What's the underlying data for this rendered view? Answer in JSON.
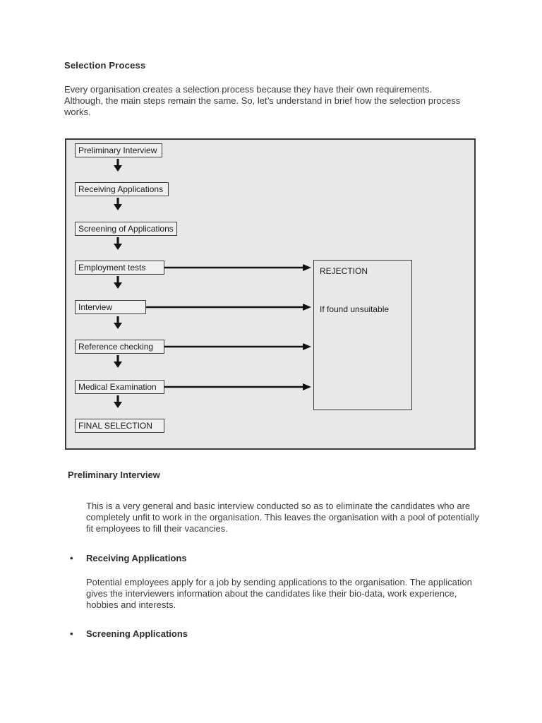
{
  "doc": {
    "title": "Selection Process",
    "intro": "Every organisation creates a selection process because they have their own requirements. Although, the main steps remain the same. So, let’s understand in brief how the selection process works.",
    "diagram": {
      "steps": [
        {
          "label": "Preliminary Interview"
        },
        {
          "label": "Receiving Applications"
        },
        {
          "label": "Screening of Applications"
        },
        {
          "label": "Employment tests"
        },
        {
          "label": "Interview"
        },
        {
          "label": "Reference checking"
        },
        {
          "label": "Medical Examination"
        },
        {
          "label": "FINAL SELECTION"
        }
      ],
      "rejection": {
        "title": "REJECTION",
        "note": "If found unsuitable"
      },
      "connectors": {
        "down_arrow_icon": "down-arrow",
        "right_arrow_icon": "right-arrow",
        "rejection_feeds_from": [
          "Employment tests",
          "Interview",
          "Reference checking",
          "Medical Examination"
        ]
      },
      "colors": {
        "canvas_bg": "#e8e8e8",
        "box_bg": "#efefef",
        "border": "#3d3d3d",
        "arrow": "#111111"
      }
    },
    "sections": [
      {
        "heading": "Preliminary Interview",
        "bullet_glyph": "",
        "body": "This is a very general and basic interview conducted so as to eliminate the candidates who are completely unfit to work in the organisation. This leaves the organisation with a pool of potentially fit employees to fill their vacancies."
      },
      {
        "heading": "Receiving Applications",
        "bullet_glyph": "•",
        "body": "Potential employees apply for a job by sending applications to the organisation. The application gives the interviewers information about the candidates like their bio-data, work experience, hobbies and interests."
      },
      {
        "heading": "Screening Applications",
        "bullet_glyph": "•",
        "body": ""
      }
    ]
  }
}
